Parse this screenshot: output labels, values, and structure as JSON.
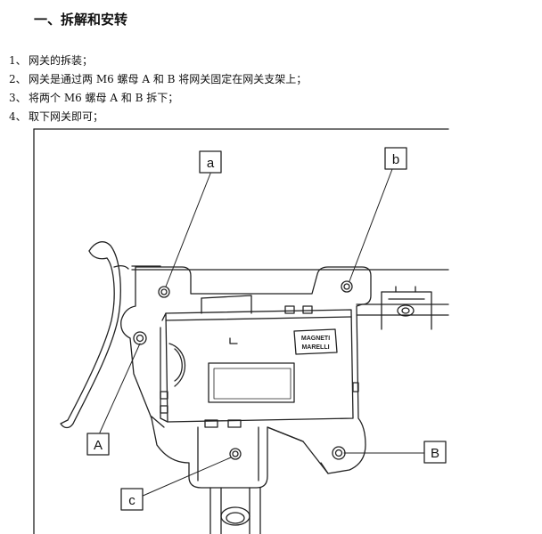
{
  "heading": "一、拆解和安转",
  "steps": [
    {
      "num": "1、",
      "text": "网关的拆装；"
    },
    {
      "num": "2、",
      "text": "网关是通过两 M6 螺母 A 和 B 将网关固定在网关支架上；"
    },
    {
      "num": "3、",
      "text": "将两个 M6 螺母 A 和 B 拆下；"
    },
    {
      "num": "4、",
      "text": "取下网关即可；"
    }
  ],
  "diagram": {
    "callouts": {
      "a": "a",
      "b": "b",
      "A": "A",
      "B": "B",
      "c": "c"
    },
    "logo_text": "MAGNETI MARELLI"
  }
}
